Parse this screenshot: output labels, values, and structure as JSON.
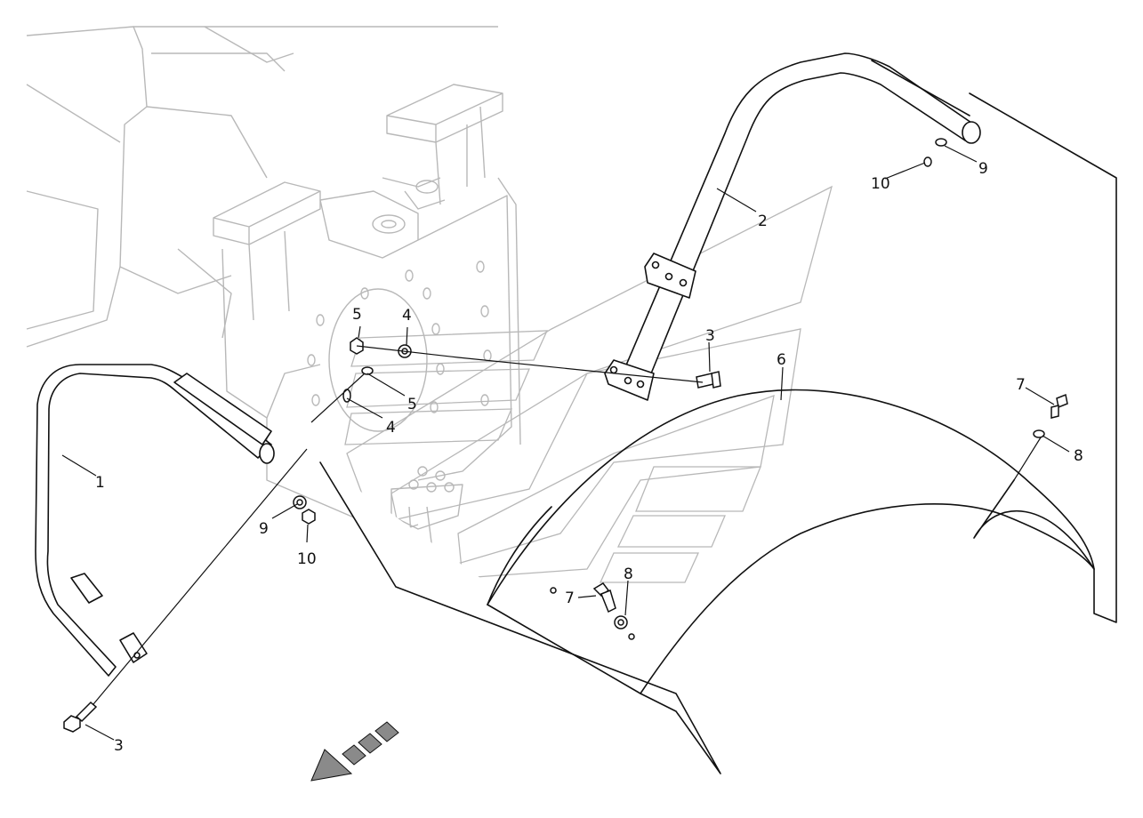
{
  "diagram": {
    "type": "exploded parts drawing",
    "callouts": [
      {
        "id": "c1",
        "label": "1"
      },
      {
        "id": "c2",
        "label": "2"
      },
      {
        "id": "c3a",
        "label": "3"
      },
      {
        "id": "c3b",
        "label": "3"
      },
      {
        "id": "c4a",
        "label": "4"
      },
      {
        "id": "c4b",
        "label": "4"
      },
      {
        "id": "c5a",
        "label": "5"
      },
      {
        "id": "c5b",
        "label": "5"
      },
      {
        "id": "c6",
        "label": "6"
      },
      {
        "id": "c7a",
        "label": "7"
      },
      {
        "id": "c7b",
        "label": "7"
      },
      {
        "id": "c8a",
        "label": "8"
      },
      {
        "id": "c8b",
        "label": "8"
      },
      {
        "id": "c9a",
        "label": "9"
      },
      {
        "id": "c9b",
        "label": "9"
      },
      {
        "id": "c10a",
        "label": "10"
      },
      {
        "id": "c10b",
        "label": "10"
      }
    ],
    "colors": {
      "ink": "#111111",
      "frame": "#b8b8b8",
      "arrow": "#8a8a8a",
      "background": "#ffffff"
    },
    "icons": [
      "direction-arrow-icon"
    ]
  }
}
